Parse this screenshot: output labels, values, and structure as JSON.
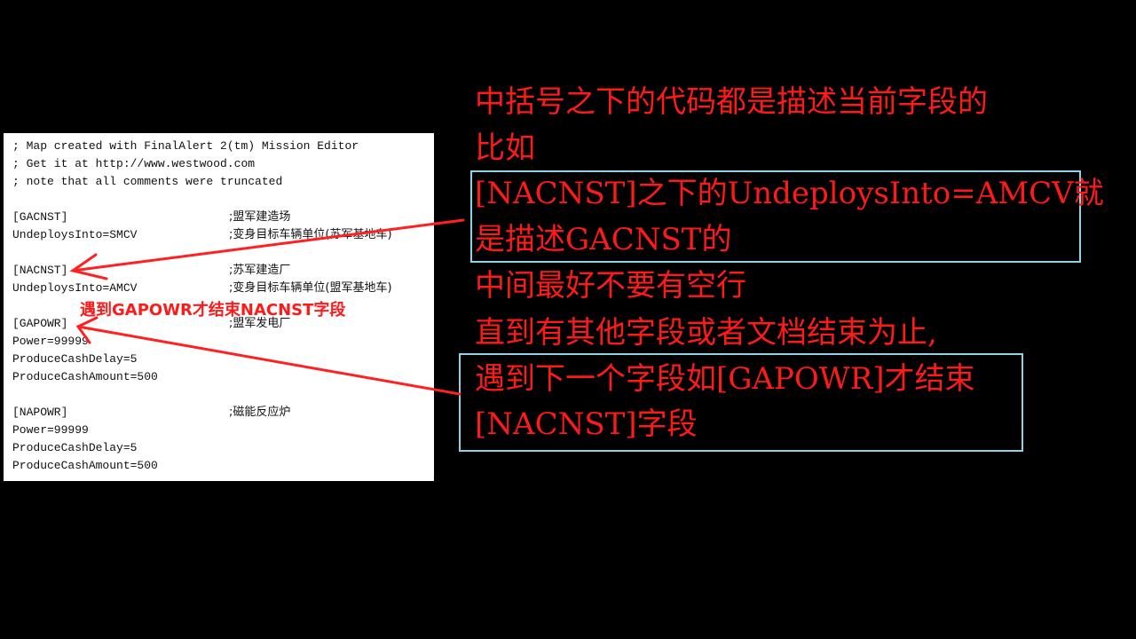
{
  "code_panel": {
    "lines": [
      {
        "code": "; Map created with FinalAlert 2(tm) Mission Editor",
        "comment": ""
      },
      {
        "code": "; Get it at http://www.westwood.com",
        "comment": ""
      },
      {
        "code": "; note that all comments were truncated",
        "comment": ""
      },
      {
        "code": "",
        "comment": ""
      },
      {
        "code": "[GACNST]",
        "comment": ";盟军建造场"
      },
      {
        "code": "UndeploysInto=SMCV",
        "comment": ";变身目标车辆单位(苏军基地车)"
      },
      {
        "code": "",
        "comment": ""
      },
      {
        "code": "[NACNST]",
        "comment": ";苏军建造厂"
      },
      {
        "code": "UndeploysInto=AMCV",
        "comment": ";变身目标车辆单位(盟军基地车)"
      },
      {
        "code": "",
        "comment": ""
      },
      {
        "code": "[GAPOWR]",
        "comment": ";盟军发电厂"
      },
      {
        "code": "Power=99999",
        "comment": ""
      },
      {
        "code": "ProduceCashDelay=5",
        "comment": ""
      },
      {
        "code": "ProduceCashAmount=500",
        "comment": ""
      },
      {
        "code": "",
        "comment": ""
      },
      {
        "code": "[NAPOWR]",
        "comment": ";磁能反应炉"
      },
      {
        "code": "Power=99999",
        "comment": ""
      },
      {
        "code": "ProduceCashDelay=5",
        "comment": ""
      },
      {
        "code": "ProduceCashAmount=500",
        "comment": ""
      }
    ]
  },
  "annotation": "遇到GAPOWR才结束NACNST字段",
  "explanation": [
    "中括号之下的代码都是描述当前字段的",
    "比如",
    "[NACNST]之下的UndeploysInto=AMCV就",
    "是描述GACNST的",
    "中间最好不要有空行",
    "直到有其他字段或者文档结束为止,",
    "遇到下一个字段如[GAPOWR]才结束",
    "[NACNST]字段"
  ],
  "colors": {
    "text": "#ff1a1a",
    "box_border": "#8fd4e6",
    "arrow": "#ff2020",
    "background": "#000000"
  }
}
